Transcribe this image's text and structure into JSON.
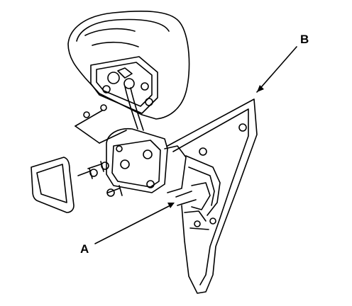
{
  "diagram": {
    "callouts": [
      {
        "id": "B",
        "text": "B"
      },
      {
        "id": "A",
        "text": "A"
      }
    ],
    "colors": {
      "line": "#000000",
      "background": "#ffffff"
    }
  }
}
